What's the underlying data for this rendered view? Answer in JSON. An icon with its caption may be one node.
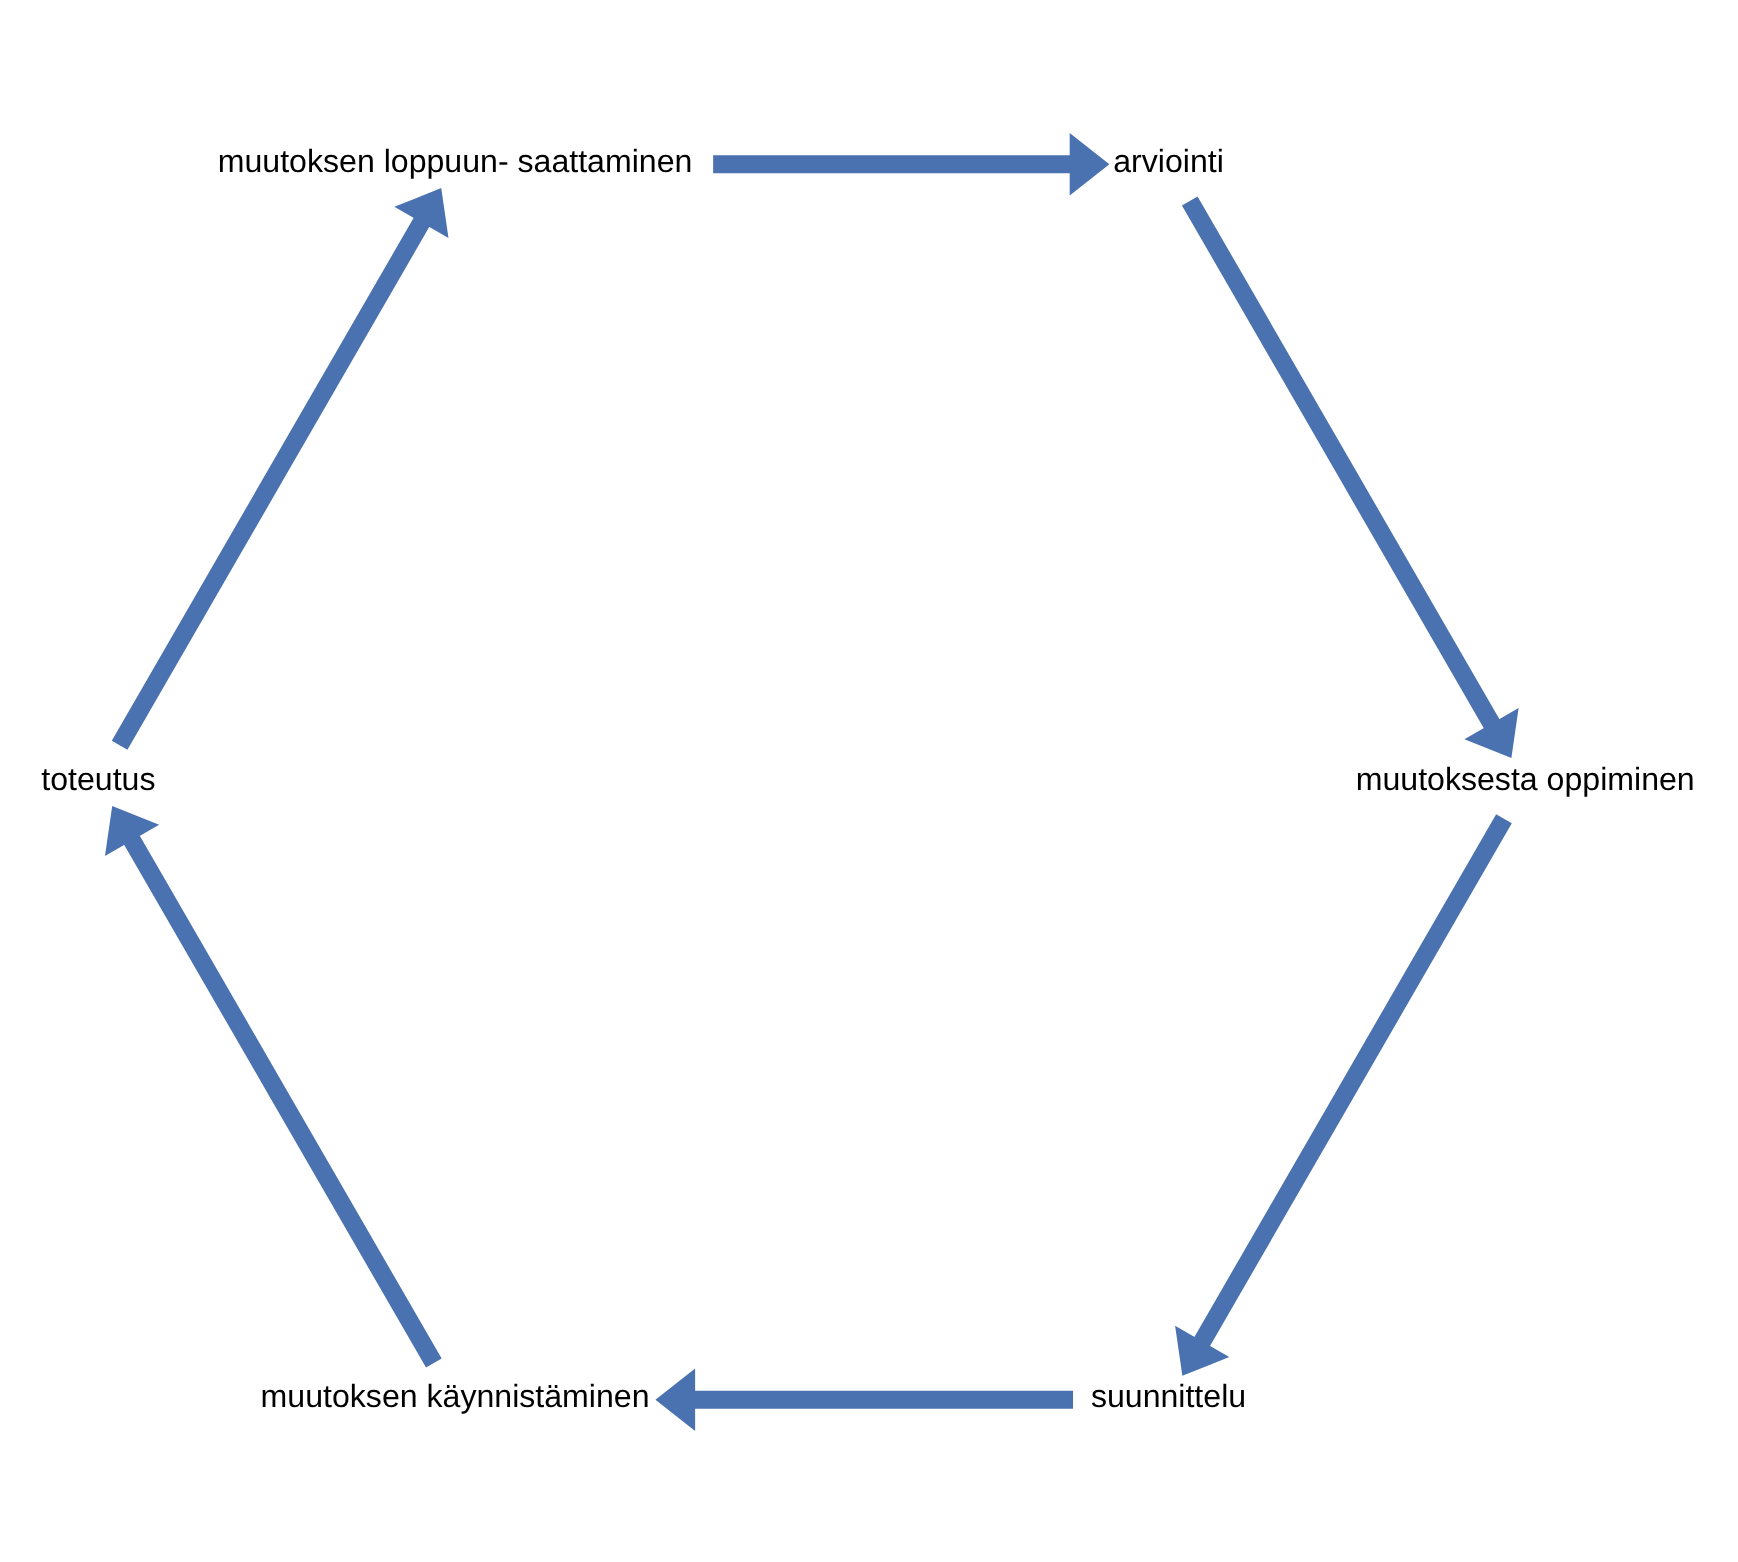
{
  "diagram": {
    "nodes": [
      {
        "text": [
          "suunnittelu"
        ]
      },
      {
        "text": [
          "muutoksen käynnistäminen"
        ]
      },
      {
        "text": [
          "toteutus"
        ]
      },
      {
        "text": [
          "muutoksen loppuun- saattaminen"
        ]
      },
      {
        "text": [
          "arviointi"
        ]
      },
      {
        "text": [
          "muutoksesta oppiminen"
        ]
      }
    ],
    "edges": [
      {
        "from": 0,
        "to": 1,
        "arrow": "to"
      },
      {
        "from": 1,
        "to": 2,
        "arrow": "to"
      },
      {
        "from": 2,
        "to": 3,
        "arrow": "to"
      },
      {
        "from": 3,
        "to": 4,
        "arrow": "to"
      },
      {
        "from": 4,
        "to": 5,
        "arrow": "to"
      },
      {
        "from": 5,
        "to": 0,
        "arrow": "to"
      }
    ]
  }
}
